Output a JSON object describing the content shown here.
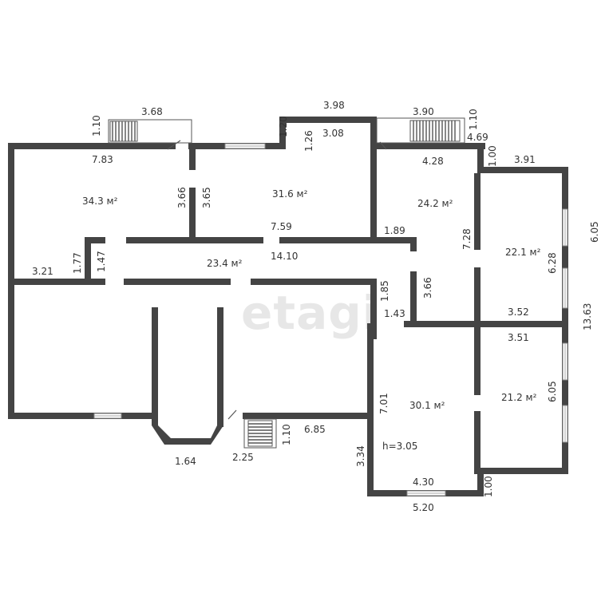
{
  "watermark": "etagi",
  "rooms": [
    {
      "id": "r1",
      "area": "34.3 м²"
    },
    {
      "id": "r2",
      "area": "31.6 м²"
    },
    {
      "id": "r3",
      "area": "24.2 м²"
    },
    {
      "id": "r4",
      "area": "22.1 м²"
    },
    {
      "id": "hall",
      "area": "23.4 м²"
    },
    {
      "id": "r5",
      "area": "30.1 м²"
    },
    {
      "id": "r6",
      "area": "21.2 м²"
    }
  ],
  "dimensions": [
    "3.68",
    "1.10",
    "7.83",
    "3.98",
    "1.20",
    "1.26",
    "3.08",
    "3.90",
    "1.10",
    "4.69",
    "4.28",
    "1.00",
    "3.91",
    "6.05",
    "3.66",
    "3.65",
    "7.59",
    "1.89",
    "7.28",
    "6.28",
    "1.77",
    "1.47",
    "3.21",
    "14.10",
    "1.85",
    "1.43",
    "3.66",
    "3.52",
    "3.51",
    "13.63",
    "7.01",
    "6.05",
    "6.85",
    "1.10",
    "1.64",
    "2.25",
    "3.34",
    "4.30",
    "5.20",
    "1.00"
  ],
  "height_note": "h=3.05"
}
